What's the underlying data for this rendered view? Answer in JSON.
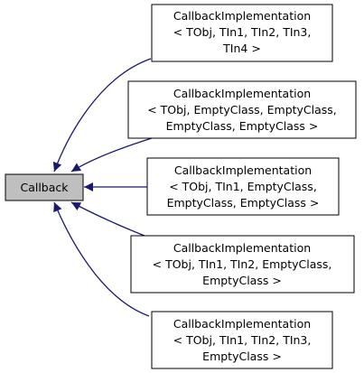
{
  "base": {
    "label": "Callback"
  },
  "derived": [
    {
      "lines": [
        "CallbackImplementation",
        "< TObj, TIn1, TIn2, TIn3,",
        "TIn4 >"
      ]
    },
    {
      "lines": [
        "CallbackImplementation",
        "< TObj, EmptyClass, EmptyClass,",
        "EmptyClass, EmptyClass >"
      ]
    },
    {
      "lines": [
        "CallbackImplementation",
        "< TObj, TIn1, EmptyClass,",
        "EmptyClass, EmptyClass >"
      ]
    },
    {
      "lines": [
        "CallbackImplementation",
        "< TObj, TIn1, TIn2, EmptyClass,",
        "EmptyClass >"
      ]
    },
    {
      "lines": [
        "CallbackImplementation",
        "< TObj, TIn1, TIn2, TIn3,",
        "EmptyClass >"
      ]
    }
  ],
  "colors": {
    "edge": "#191970",
    "base_fill": "#bfbfbf",
    "node_stroke": "#000000"
  }
}
